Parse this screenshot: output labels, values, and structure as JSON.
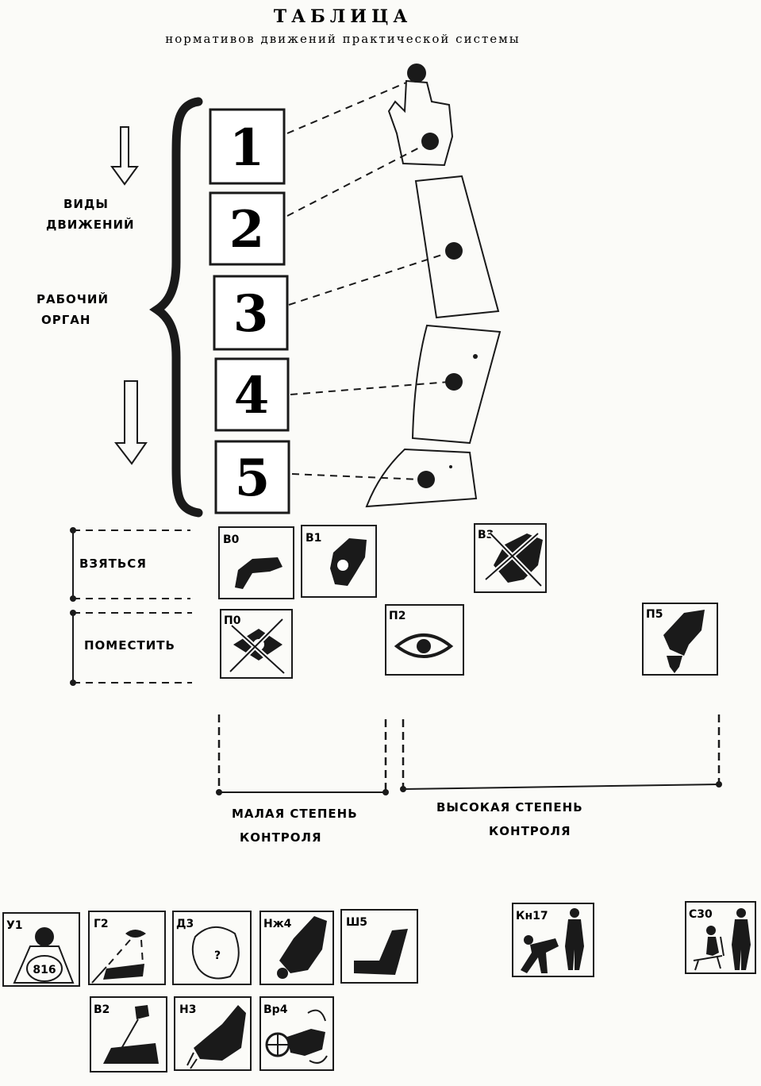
{
  "header": {
    "title": "ТАБЛИЦА",
    "subtitle": "нормативов движений практической системы"
  },
  "side_labels": {
    "movement_types": [
      "ВИДЫ",
      "ДВИЖЕНИЙ"
    ],
    "working_organ": [
      "РАБОЧИЙ",
      "ОРГАН"
    ]
  },
  "numbers": [
    "1",
    "2",
    "3",
    "4",
    "5"
  ],
  "rows": {
    "grasp": "ВЗЯТЬСЯ",
    "place": "ПОМЕСТИТЬ"
  },
  "grasp_codes": [
    "В0",
    "В1",
    "В3"
  ],
  "place_codes": [
    "П0",
    "П2",
    "П5"
  ],
  "control": {
    "low": [
      "МАЛАЯ СТЕПЕНЬ",
      "КОНТРОЛЯ"
    ],
    "high": [
      "ВЫСОКАЯ  СТЕПЕНЬ",
      "КОНТРОЛЯ"
    ]
  },
  "bottom_icons_row1": [
    "У1",
    "Г2",
    "Д3",
    "Нж4",
    "Ш5",
    "Кн17",
    "С30"
  ],
  "bottom_icons_row2": [
    "В2",
    "Н3",
    "Вр4"
  ],
  "icon_inner_text": "816",
  "icon_question": "?"
}
